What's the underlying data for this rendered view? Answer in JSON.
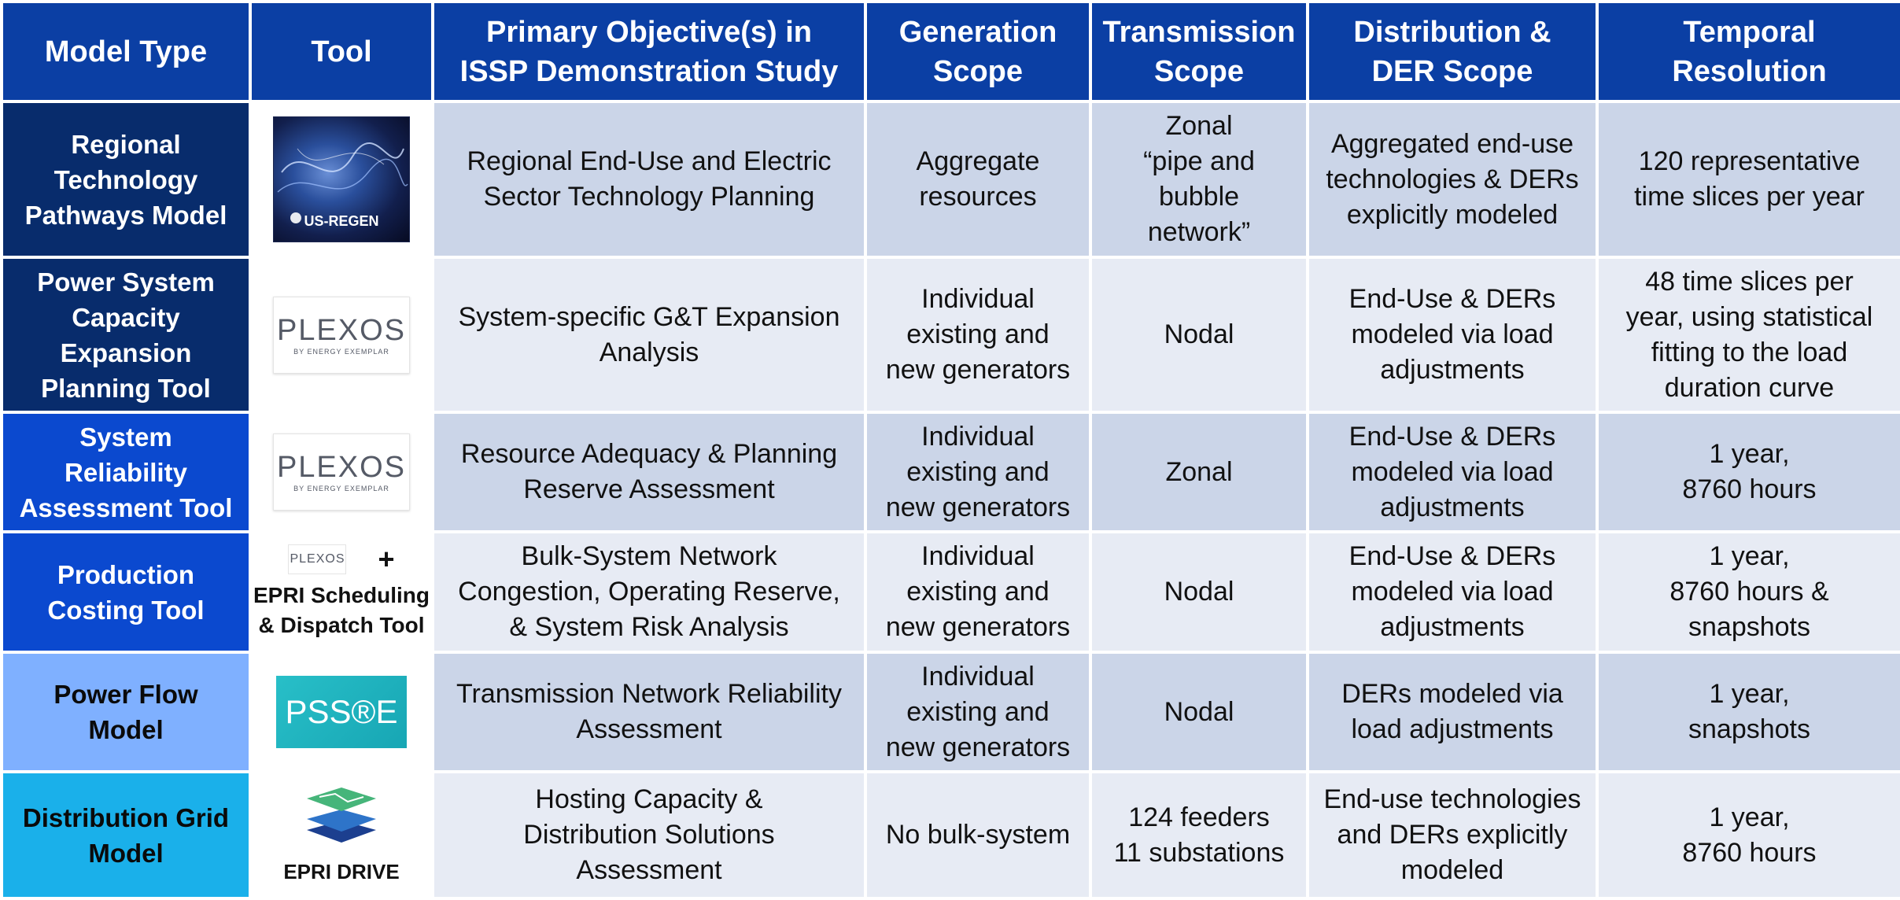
{
  "headers": [
    "Model Type",
    "Tool",
    "Primary Objective(s) in\nISSP Demonstration Study",
    "Generation\nScope",
    "Transmission\nScope",
    "Distribution &\nDER Scope",
    "Temporal\nResolution"
  ],
  "colors": {
    "header_bg": "#0b3fa4",
    "row_bg_a": "#cbd5e8",
    "row_bg_b": "#e7ebf4",
    "model_colors": [
      "#082c6c",
      "#082c6c",
      "#0b49cf",
      "#0b49cf",
      "#7fb0ff",
      "#1ab0ea"
    ]
  },
  "rows": [
    {
      "model": "Regional\nTechnology\nPathways Model",
      "model_text_dark": false,
      "tool": {
        "type": "usregen",
        "label": "US-REGEN",
        "icon": "us-regen-logo-icon"
      },
      "objective": "Regional End-Use and Electric\nSector Technology Planning",
      "generation": "Aggregate\nresources",
      "transmission": "Zonal\n“pipe and\nbubble\nnetwork”",
      "distribution": "Aggregated end-use\ntechnologies & DERs\nexplicitly modeled",
      "temporal": "120 representative\ntime slices per year"
    },
    {
      "model": "Power System\nCapacity\nExpansion\nPlanning Tool",
      "model_text_dark": false,
      "tool": {
        "type": "plexos",
        "label": "PLEXOS",
        "sublabel": "BY ENERGY EXEMPLAR",
        "icon": "plexos-logo-icon"
      },
      "objective": "System-specific G&T Expansion\nAnalysis",
      "generation": "Individual\nexisting and\nnew generators",
      "transmission": "Nodal",
      "distribution": "End-Use & DERs\nmodeled via load\nadjustments",
      "temporal": "48 time slices per\nyear, using statistical\nfitting to the load\nduration curve"
    },
    {
      "model": "System\nReliability\nAssessment Tool",
      "model_text_dark": false,
      "tool": {
        "type": "plexos",
        "label": "PLEXOS",
        "sublabel": "BY ENERGY EXEMPLAR",
        "icon": "plexos-logo-icon"
      },
      "objective": "Resource Adequacy & Planning\nReserve Assessment",
      "generation": "Individual\nexisting and\nnew generators",
      "transmission": "Zonal",
      "distribution": "End-Use & DERs\nmodeled via load\nadjustments",
      "temporal": "1 year,\n8760 hours"
    },
    {
      "model": "Production\nCosting Tool",
      "model_text_dark": false,
      "tool": {
        "type": "combo",
        "label": "PLEXOS",
        "plus": "+",
        "text": "EPRI Scheduling\n& Dispatch Tool",
        "icon": "plexos-logo-icon"
      },
      "objective": "Bulk-System Network\nCongestion, Operating Reserve,\n& System Risk Analysis",
      "generation": "Individual\nexisting and\nnew generators",
      "transmission": "Nodal",
      "distribution": "End-Use & DERs\nmodeled via load\nadjustments",
      "temporal": "1 year,\n8760 hours &\nsnapshots"
    },
    {
      "model": "Power Flow\nModel",
      "model_text_dark": true,
      "tool": {
        "type": "psse",
        "label": "PSS®E",
        "icon": "psse-logo-icon"
      },
      "objective": "Transmission Network Reliability\nAssessment",
      "generation": "Individual\nexisting and\nnew generators",
      "transmission": "Nodal",
      "distribution": "DERs modeled via\nload adjustments",
      "temporal": "1 year,\nsnapshots"
    },
    {
      "model": "Distribution Grid\nModel",
      "model_text_dark": true,
      "tool": {
        "type": "drive",
        "label": "EPRI DRIVE",
        "icon": "epri-drive-logo-icon"
      },
      "objective": "Hosting Capacity &\nDistribution Solutions\nAssessment",
      "generation": "No bulk-system",
      "transmission": "124 feeders\n11 substations",
      "distribution": "End-use technologies\nand DERs explicitly\nmodeled",
      "temporal": "1 year,\n8760 hours"
    }
  ]
}
